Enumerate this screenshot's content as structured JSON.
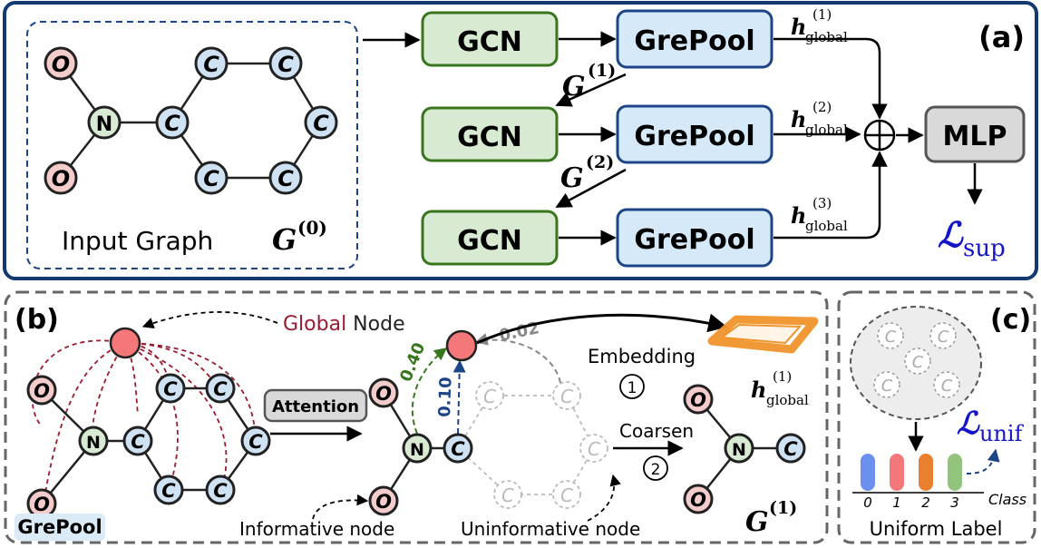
{
  "panel_a": {
    "tag": "(a)",
    "input_label": "Input Graph",
    "input_symbol": "G",
    "input_sup": "(0)",
    "gcn_label": "GCN",
    "grepool_label": "GrePool",
    "mlp_label": "MLP",
    "g1_symbol": "G",
    "g1_sup": "(1)",
    "g2_symbol": "G",
    "g2_sup": "(2)",
    "h_symbol": "h",
    "h_sub": "global",
    "h_sup1": "(1)",
    "h_sup2": "(2)",
    "h_sup3": "(3)",
    "oplus": "⊕",
    "loss_symbol": "ℒ",
    "loss_sub": "sup",
    "node_O": "O",
    "node_N": "N",
    "node_C": "C"
  },
  "panel_b": {
    "tag": "(b)",
    "global_word": "Global",
    "node_word": " Node",
    "attention_label": "Attention",
    "w_040": "0.40",
    "w_010": "0.10",
    "w_002": "0.02",
    "embedding_label": "Embedding",
    "step1": "1",
    "step2": "2",
    "coarsen_label": "Coarsen",
    "h_symbol": "h",
    "h_sub": "global",
    "h_sup": "(1)",
    "g_symbol": "G",
    "g_sup": "(1)",
    "informative_label": "Informative node",
    "uninformative_label": "Uninformative node",
    "grepool_tag": "GrePool"
  },
  "panel_c": {
    "tag": "(c)",
    "loss_symbol": "ℒ",
    "loss_sub": "unif",
    "class_ticks": [
      "0",
      "1",
      "2",
      "3"
    ],
    "class_label": "Class",
    "uniform_label": "Uniform Label"
  },
  "colors": {
    "green_fill": "#d9ead3",
    "green_stroke": "#38761d",
    "blue_fill": "#d6e9f8",
    "blue_stroke": "#1c4587",
    "node_c_fill": "#cfe2f3",
    "node_o_fill": "#f4cccc",
    "node_n_fill": "#d9ead3",
    "global_red": "#f4787a",
    "dark_red": "#9b1b30",
    "loss_blue": "#1515c8",
    "frame_blue": "#123a6e",
    "bar_colors": [
      "#6d8ff0",
      "#f4787a",
      "#e8802f",
      "#93c47d"
    ],
    "ribbon_orange": "#f0932b"
  }
}
